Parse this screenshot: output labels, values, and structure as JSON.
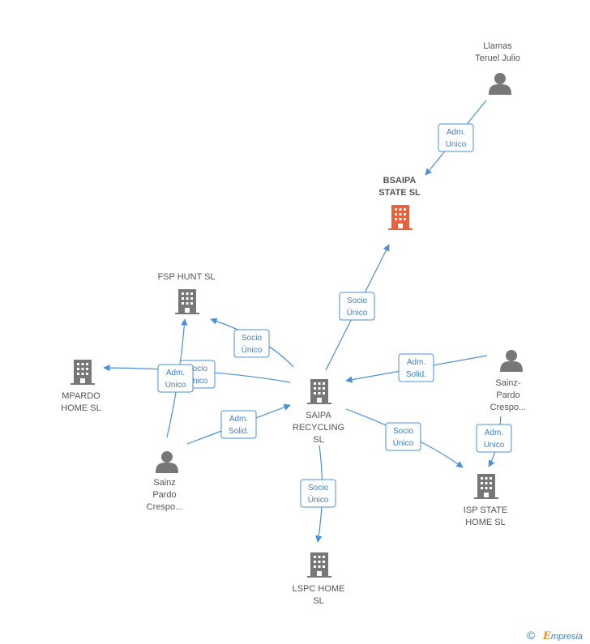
{
  "nodes": {
    "llamas": {
      "lines": [
        "Llamas",
        "Teruel Julio"
      ],
      "kind": "person"
    },
    "bsaipa": {
      "lines": [
        "BSAIPA",
        "STATE  SL"
      ],
      "kind": "company-highlight"
    },
    "fsp": {
      "lines": [
        "FSP HUNT  SL"
      ],
      "kind": "company"
    },
    "mpardo": {
      "lines": [
        "MPARDO",
        "HOME  SL"
      ],
      "kind": "company"
    },
    "saipa": {
      "lines": [
        "SAIPA",
        "RECYCLING",
        "SL"
      ],
      "kind": "company"
    },
    "sainz_right": {
      "lines": [
        "Sainz-",
        "Pardo",
        "Crespo..."
      ],
      "kind": "person"
    },
    "isp": {
      "lines": [
        "ISP STATE",
        "HOME  SL"
      ],
      "kind": "company"
    },
    "sainz_left": {
      "lines": [
        "Sainz",
        "Pardo",
        "Crespo..."
      ],
      "kind": "person"
    },
    "lspc": {
      "lines": [
        "LSPC HOME",
        "SL"
      ],
      "kind": "company"
    }
  },
  "badges": {
    "llamas_bsaipa": [
      "Adm.",
      "Unico"
    ],
    "saipa_bsaipa": [
      "Socio",
      "Único"
    ],
    "saipa_fsp": [
      "Socio",
      "Único"
    ],
    "saipa_mpardo": [
      "Socio",
      "Único"
    ],
    "sainzleft_fsp": [
      "Adm.",
      "Unico"
    ],
    "sainzleft_saipa": [
      "Adm.",
      "Solid."
    ],
    "sainzright_saipa": [
      "Adm.",
      "Solid."
    ],
    "saipa_isp": [
      "Socio",
      "Único"
    ],
    "sainzright_isp": [
      "Adm.",
      "Unico"
    ],
    "saipa_lspc": [
      "Socio",
      "Único"
    ]
  },
  "colors": {
    "edge": "#4a90d9",
    "node_gray": "#777777",
    "node_highlight": "#e8603c"
  },
  "watermark": {
    "symbol": "©",
    "brand_initial": "E",
    "brand_rest": "mpresia"
  }
}
